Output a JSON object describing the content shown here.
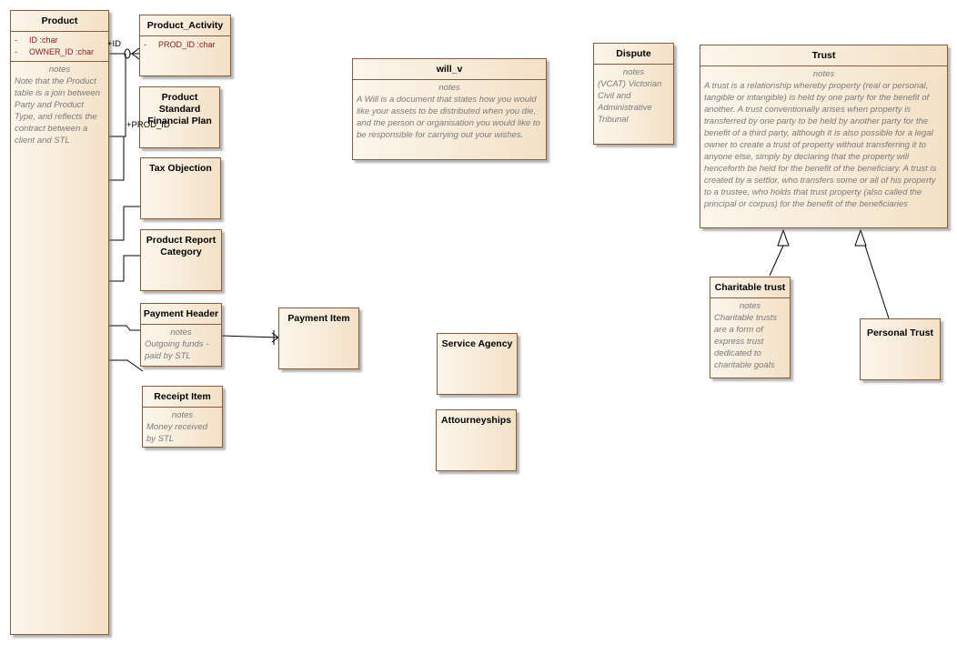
{
  "notes_label": "notes",
  "product": {
    "title": "Product",
    "attrs": [
      {
        "vis": "-",
        "text": "ID  :char"
      },
      {
        "vis": "-",
        "text": "OWNER_ID  :char"
      }
    ],
    "notes": "Note that the Product table is a join between Party and Product Type, and reflects the contract between a client and STL"
  },
  "product_activity": {
    "title": "Product_Activity",
    "attrs": [
      {
        "vis": "-",
        "text": "PROD_ID  :char"
      }
    ]
  },
  "product_standard": {
    "title": "Product Standard Financial Plan"
  },
  "tax_objection": {
    "title": "Tax Objection"
  },
  "product_report": {
    "title": "Product Report Category"
  },
  "payment_header": {
    "title": "Payment Header",
    "notes": "Outgoing funds - paid by STL"
  },
  "payment_item": {
    "title": "Payment Item"
  },
  "receipt_item": {
    "title": "Receipt Item",
    "notes": "Money received by STL"
  },
  "will_v": {
    "title": "will_v",
    "notes": "A Will is a document that states how you would like your assets to be distributed when you die, and the person or organisation you would like to be responsible for carrying out your wishes."
  },
  "dispute": {
    "title": "Dispute",
    "notes": "(VCAT) Victorian Civil and Administrative Tribunal"
  },
  "trust": {
    "title": "Trust",
    "notes": "A trust is a relationship whereby property (real or personal, tangible or intangible) is held by one party for the benefit of another.  A trust conventionally arises when property is transferred by one party to be held by another party for the benefit of a third party, although it is also possible for a legal owner to create a trust of property without transferring it to anyone else, simply by declaring that the property will henceforth be held for the benefit of the beneficiary.  A trust is created by a settlor, who transfers some or all of his property to a trustee, who holds that trust property (also called the principal or corpus) for the benefit of the beneficiaries"
  },
  "charitable_trust": {
    "title": "Charitable trust",
    "notes": "Charitable trusts are a form of express trust dedicated to charitable goals"
  },
  "personal_trust": {
    "title": "Personal Trust"
  },
  "service_agency": {
    "title": "Service Agency"
  },
  "attourneyships": {
    "title": "Attourneyships"
  },
  "labels": {
    "id": "+ID",
    "prod_id": "+PROD_ID"
  }
}
